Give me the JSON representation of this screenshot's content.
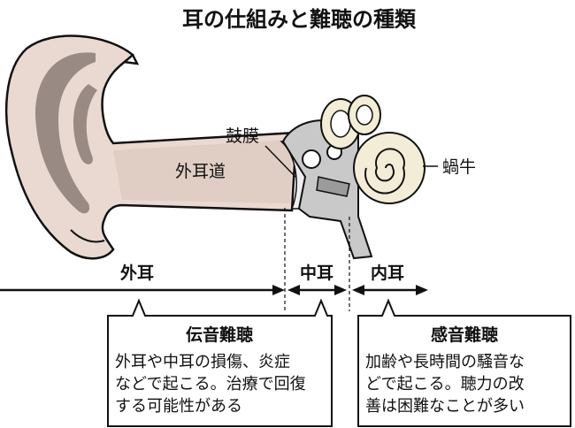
{
  "title": "耳の仕組みと難聴の種類",
  "labels": {
    "eardrum": "鼓膜",
    "ear_canal": "外耳道",
    "cochlea": "蝸牛",
    "outer_ear": "外耳",
    "middle_ear": "中耳",
    "inner_ear": "内耳"
  },
  "boxes": [
    {
      "heading": "伝音難聴",
      "lines": [
        "外耳や中耳の損傷、炎症",
        "などで起こる。治療で回復",
        "する可能性がある"
      ]
    },
    {
      "heading": "感音難聴",
      "lines": [
        "加齢や長時間の騒音な",
        "どで起こる。聴力の改",
        "善は困難なことが多い"
      ]
    }
  ],
  "colors": {
    "skin": "#ead9d1",
    "skin_dark": "#9a8a84",
    "bone": "#c9c9c9",
    "cochlea": "#f3ecd6"
  }
}
